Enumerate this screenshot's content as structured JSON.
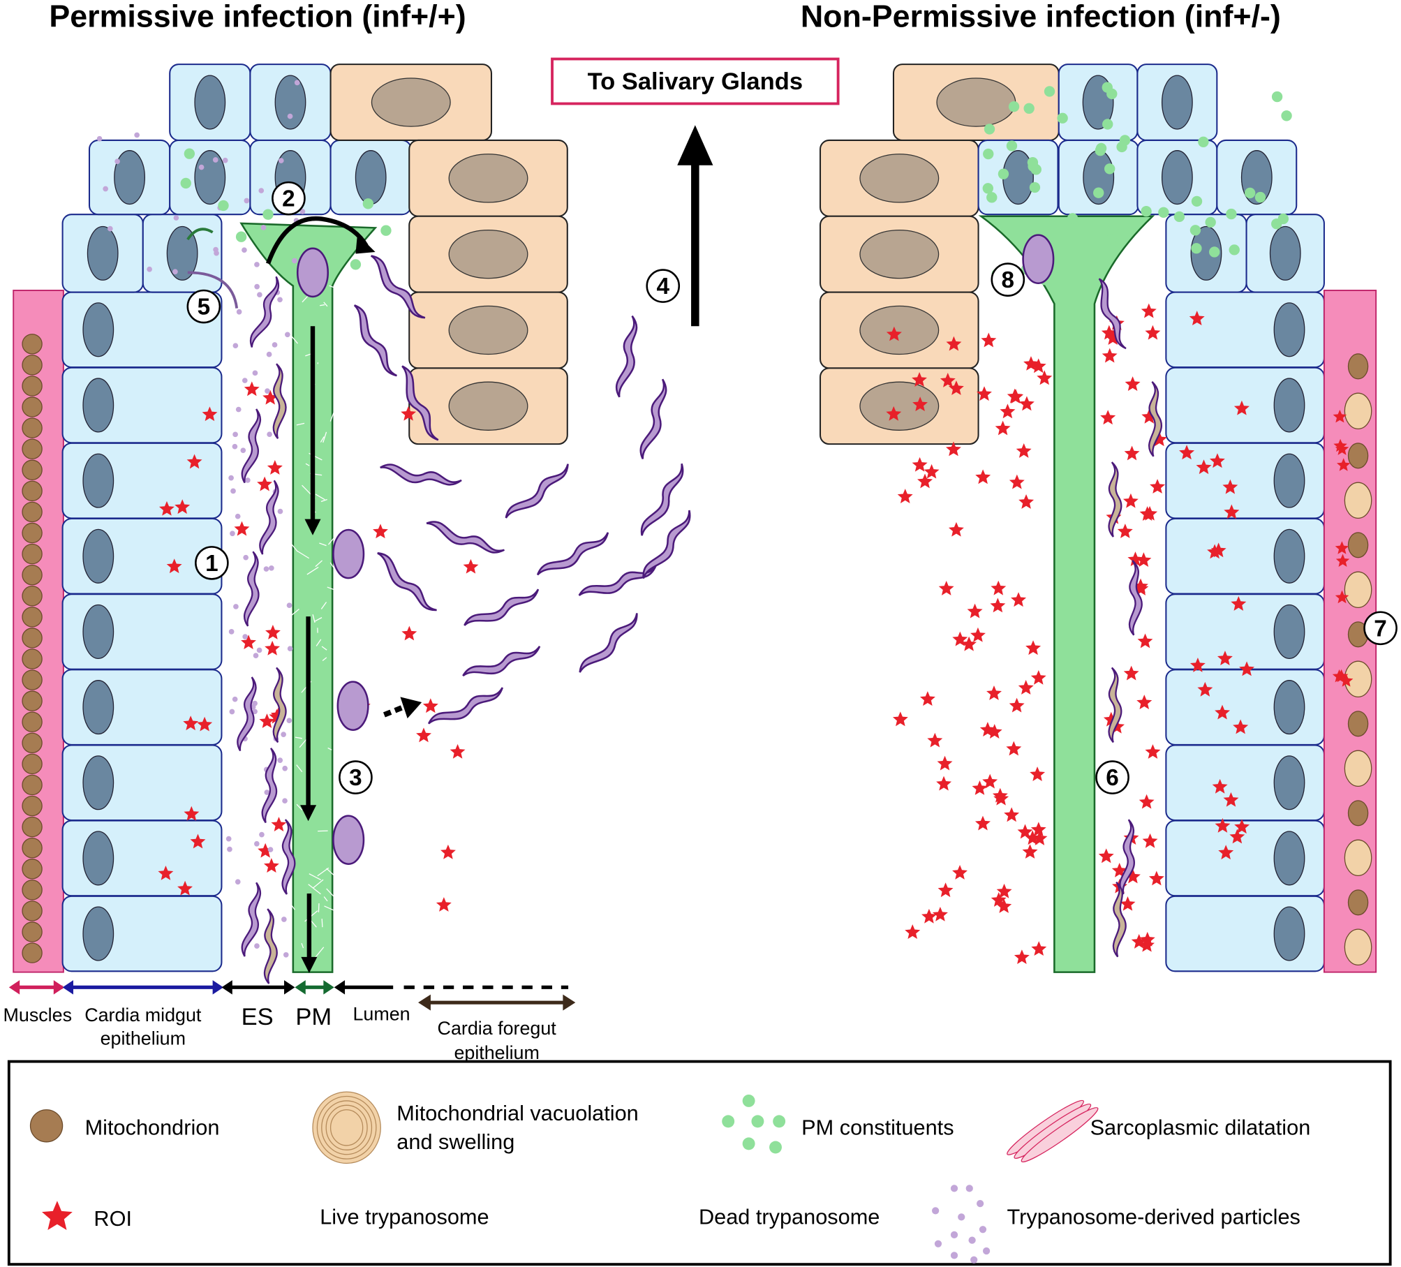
{
  "titles": {
    "left": "Permissive infection (inf+/+)",
    "right": "Non-Permissive infection (inf+/-)"
  },
  "salivary_box": "To Salivary Glands",
  "step_numbers": [
    "1",
    "2",
    "3",
    "4",
    "5",
    "6",
    "7",
    "8"
  ],
  "axis_labels": {
    "muscles": "Muscles",
    "midgut_1": "Cardia midgut",
    "midgut_2": "epithelium",
    "es": "ES",
    "pm": "PM",
    "lumen": "Lumen",
    "foregut_1": "Cardia foregut",
    "foregut_2": "epithelium"
  },
  "legend": {
    "mitochondrion": "Mitochondrion",
    "vacuolation_1": "Mitochondrial vacuolation",
    "vacuolation_2": "and swelling",
    "pm_constituents": "PM constituents",
    "sarcoplasmic": "Sarcoplasmic dilatation",
    "roi": "ROI",
    "live": "Live trypanosome",
    "dead": "Dead trypanosome",
    "particles": "Trypanosome-derived particles"
  },
  "colors": {
    "midgut_cell": "#d5f0fb",
    "cell_stroke": "#1b2a8c",
    "nucleus": "#6a87a0",
    "foregut_cell": "#f9d9b9",
    "foregut_nucleus": "#b8a591",
    "pm": "#8fe09a",
    "muscle": "#f58cba",
    "roi": "#e8202a",
    "live_trypanosome": "#b89ad0",
    "dead_trypanosome": "#c8b498",
    "particles": "#c2a6d8",
    "salivary_border": "#d6245e"
  }
}
